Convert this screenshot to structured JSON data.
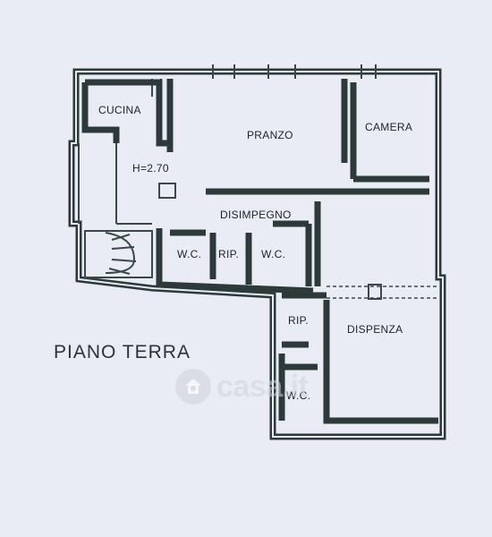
{
  "rooms": {
    "cucina": "CUCINA",
    "pranzo": "PRANZO",
    "camera": "CAMERA",
    "height": "H=2.70",
    "disimpegno": "DISIMPEGNO",
    "wc1": "W.C.",
    "rip1": "RIP.",
    "wc2": "W.C.",
    "rip2": "RIP.",
    "dispenza": "DISPENZA",
    "wc3": "W.C."
  },
  "floor_title": "PIANO TERRA",
  "watermark": {
    "text": "casa.it",
    "icon": "house-icon"
  }
}
